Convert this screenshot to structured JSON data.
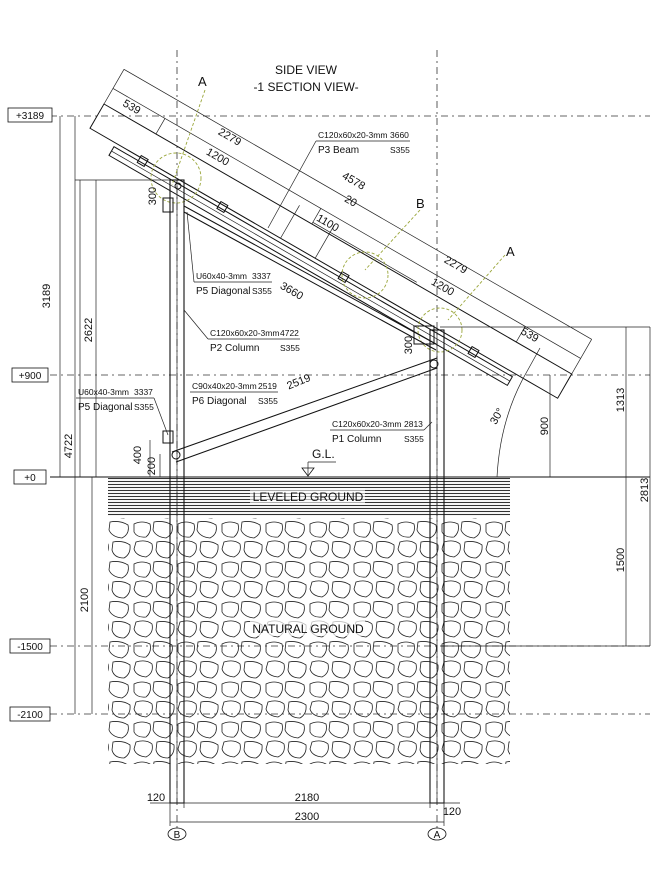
{
  "title": {
    "line1": "SIDE VIEW",
    "line2": "-1 SECTION VIEW-"
  },
  "levels": {
    "top": "+3189",
    "mid": "+900",
    "zero": "+0",
    "m1500": "-1500",
    "m2100": "-2100"
  },
  "ground": {
    "leveled": "LEVELED GROUND",
    "natural": "NATURAL GROUND",
    "gl": "G.L."
  },
  "members": {
    "p3": {
      "spec": "C120x60x20-3mm",
      "len": "3660",
      "name": "P3 Beam",
      "grade": "S355"
    },
    "p5a": {
      "spec": "U60x40-3mm",
      "len": "3337",
      "name": "P5 Diagonal",
      "grade": "S355"
    },
    "p2": {
      "spec": "C120x60x20-3mm",
      "len": "4722",
      "name": "P2 Column",
      "grade": "S355"
    },
    "p5b": {
      "spec": "U60x40-3mm",
      "len": "3337",
      "name": "P5 Diagonal",
      "grade": "S355"
    },
    "p6": {
      "spec": "C90x40x20-3mm",
      "len": "2519",
      "name": "P6 Diagonal",
      "grade": "S355"
    },
    "p1": {
      "spec": "C120x60x20-3mm",
      "len": "2813",
      "name": "P1 Column",
      "grade": "S355"
    }
  },
  "panel_dims": {
    "d539a": "539",
    "d2279a": "2279",
    "d1200a": "1200",
    "d4578": "4578",
    "d20": "20",
    "d1100": "1100",
    "d2279b": "2279",
    "d1200b": "1200",
    "d539b": "539",
    "d3660": "3660",
    "d2519": "2519"
  },
  "section_marks": {
    "a1": "A",
    "b": "B",
    "a2": "A"
  },
  "left_dims": {
    "d3189": "3189",
    "d2622": "2622",
    "d4722": "4722",
    "d2100": "2100",
    "d300": "300",
    "d400": "400",
    "d200": "200"
  },
  "right_dims": {
    "d300": "300",
    "d900": "900",
    "d1313": "1313",
    "d2813": "2813",
    "d1500": "1500",
    "angle": "30°"
  },
  "bottom_dims": {
    "d120a": "120",
    "d2180": "2180",
    "d120b": "120",
    "d2300": "2300"
  },
  "grid_axes": {
    "left": "B",
    "right": "A"
  }
}
